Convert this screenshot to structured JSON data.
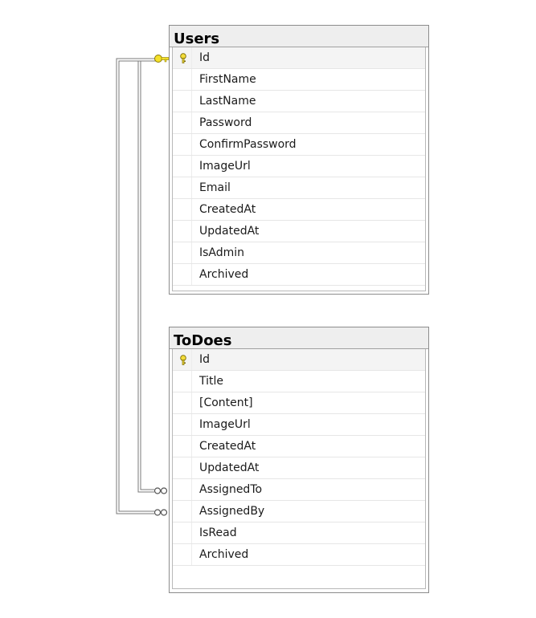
{
  "tables": {
    "users": {
      "title": "Users",
      "columns": [
        {
          "name": "Id",
          "primary_key": true
        },
        {
          "name": "FirstName"
        },
        {
          "name": "LastName"
        },
        {
          "name": "Password"
        },
        {
          "name": "ConfirmPassword"
        },
        {
          "name": "ImageUrl"
        },
        {
          "name": "Email"
        },
        {
          "name": "CreatedAt"
        },
        {
          "name": "UpdatedAt"
        },
        {
          "name": "IsAdmin"
        },
        {
          "name": "Archived"
        }
      ]
    },
    "todoes": {
      "title": "ToDoes",
      "columns": [
        {
          "name": "Id",
          "primary_key": true
        },
        {
          "name": "Title"
        },
        {
          "name": "[Content]"
        },
        {
          "name": "ImageUrl"
        },
        {
          "name": "CreatedAt"
        },
        {
          "name": "UpdatedAt"
        },
        {
          "name": "AssignedTo"
        },
        {
          "name": "AssignedBy"
        },
        {
          "name": "IsRead"
        },
        {
          "name": "Archived"
        }
      ]
    }
  },
  "relationships": [
    {
      "from_table": "Users",
      "from_column": "Id",
      "to_table": "ToDoes",
      "to_column": "AssignedTo",
      "from_end": "key",
      "to_end": "many"
    },
    {
      "from_table": "Users",
      "from_column": "Id",
      "to_table": "ToDoes",
      "to_column": "AssignedBy",
      "from_end": "key",
      "to_end": "many"
    }
  ],
  "colors": {
    "key_icon": "#e8c800",
    "relationship_line": "#7a7a7a",
    "header_background": "#eeeeee"
  }
}
